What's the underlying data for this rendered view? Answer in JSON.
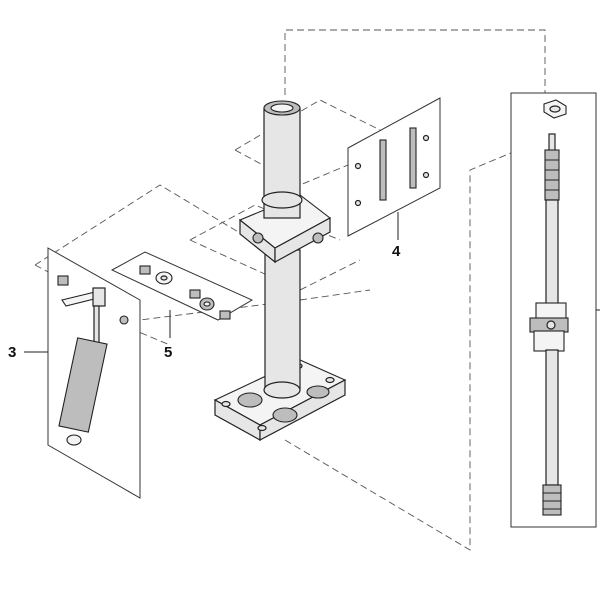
{
  "callouts": {
    "label_3": "3",
    "label_4": "4",
    "label_5": "5"
  },
  "colors": {
    "line": "#222222",
    "fill": "#e6e6e6",
    "shade": "#bdbdbd",
    "dashed": "#555555"
  }
}
